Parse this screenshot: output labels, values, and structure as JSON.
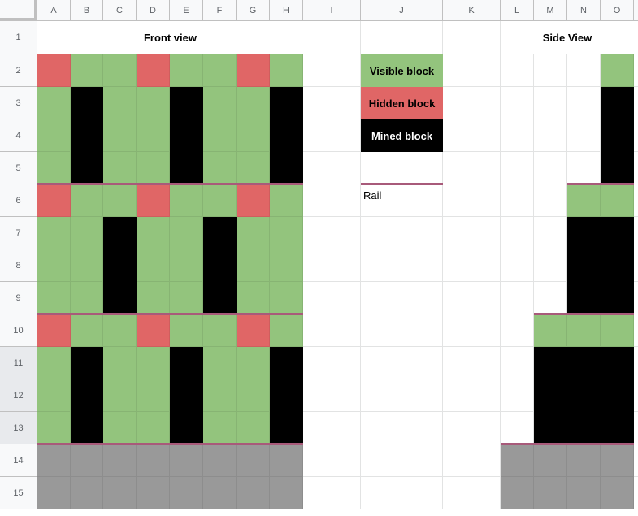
{
  "sheet": {
    "columns": [
      "A",
      "B",
      "C",
      "D",
      "E",
      "F",
      "G",
      "H",
      "I",
      "J",
      "K",
      "L",
      "M",
      "N",
      "O"
    ],
    "rows": [
      "1",
      "2",
      "3",
      "4",
      "5",
      "6",
      "7",
      "8",
      "9",
      "10",
      "11",
      "12",
      "13",
      "14",
      "15"
    ],
    "front_title": "Front view",
    "side_title": "Side View"
  },
  "legend": {
    "visible": "Visible block",
    "hidden": "Hidden block",
    "mined": "Mined block",
    "rail": "Rail"
  },
  "colors": {
    "visible": "#93c47d",
    "hidden": "#e06666",
    "mined": "#000000",
    "bedrock": "#999999",
    "rail": "#a85a7a"
  },
  "front_view": [
    "RGGRGGRG",
    "GBGGBGGB",
    "GBGGBGGB",
    "GBGGBGGB",
    "RGGRGGRG",
    "GGBGGBGG",
    "GGBGGBGG",
    "GGBGGBGG",
    "RGGRGGRG",
    "GBGGBGGB",
    "GBGGBGGB",
    "GBGGBGGB",
    "XXXXXXXX",
    "XXXXXXXX"
  ],
  "side_view": [
    "...G",
    "...B",
    "...B",
    "...B",
    "..GG",
    "..BB",
    "..BB",
    "..BB",
    ".GGG",
    ".BBB",
    ".BBB",
    ".BBB",
    "XXXX",
    "XXXX"
  ]
}
